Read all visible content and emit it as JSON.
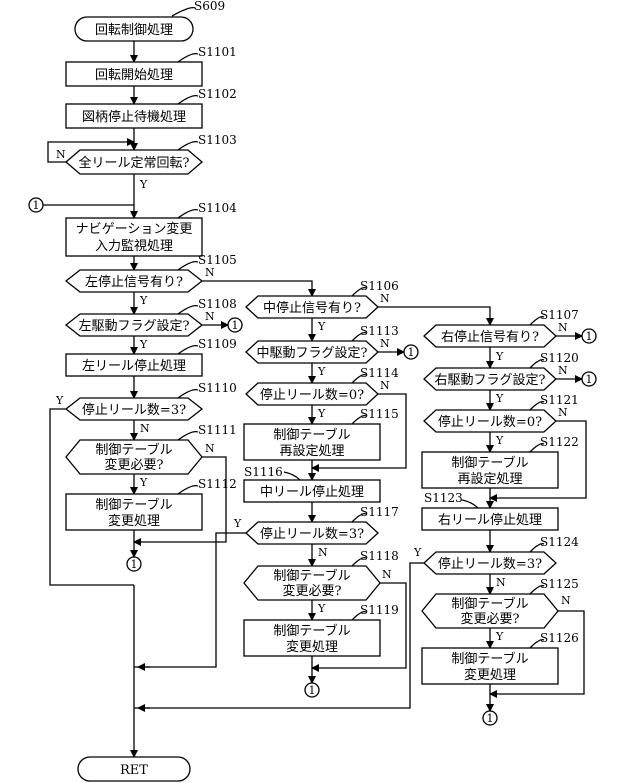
{
  "nodes": {
    "start": "回転制御処理",
    "s1101": "回転開始処理",
    "s1102": "図柄停止待機処理",
    "s1103": "全リール定常回転?",
    "s1104_1": "ナビゲーション変更",
    "s1104_2": "入力監視処理",
    "s1105": "左停止信号有り?",
    "s1108": "左駆動フラグ設定?",
    "s1109": "左リール停止処理",
    "s1110": "停止リール数=3?",
    "s1111_1": "制御テーブル",
    "s1111_2": "変更必要?",
    "s1112_1": "制御テーブル",
    "s1112_2": "変更処理",
    "s1106": "中停止信号有り?",
    "s1113": "中駆動フラグ設定?",
    "s1114": "停止リール数=0?",
    "s1115_1": "制御テーブル",
    "s1115_2": "再設定処理",
    "s1116": "中リール停止処理",
    "s1117": "停止リール数=3?",
    "s1118_1": "制御テーブル",
    "s1118_2": "変更必要?",
    "s1119_1": "制御テーブル",
    "s1119_2": "変更処理",
    "s1107": "右停止信号有り?",
    "s1120": "右駆動フラグ設定?",
    "s1121": "停止リール数=0?",
    "s1122_1": "制御テーブル",
    "s1122_2": "再設定処理",
    "s1123": "右リール停止処理",
    "s1124": "停止リール数=3?",
    "s1125_1": "制御テーブル",
    "s1125_2": "変更必要?",
    "s1126_1": "制御テーブル",
    "s1126_2": "変更処理",
    "end": "RET"
  },
  "steps": {
    "s609": "S609",
    "s1101": "S1101",
    "s1102": "S1102",
    "s1103": "S1103",
    "s1104": "S1104",
    "s1105": "S1105",
    "s1106": "S1106",
    "s1107": "S1107",
    "s1108": "S1108",
    "s1109": "S1109",
    "s1110": "S1110",
    "s1111": "S1111",
    "s1112": "S1112",
    "s1113": "S1113",
    "s1114": "S1114",
    "s1115": "S1115",
    "s1116": "S1116",
    "s1117": "S1117",
    "s1118": "S1118",
    "s1119": "S1119",
    "s1120": "S1120",
    "s1121": "S1121",
    "s1122": "S1122",
    "s1123": "S1123",
    "s1124": "S1124",
    "s1125": "S1125",
    "s1126": "S1126"
  },
  "yes": "Y",
  "no": "N",
  "connector": "1"
}
